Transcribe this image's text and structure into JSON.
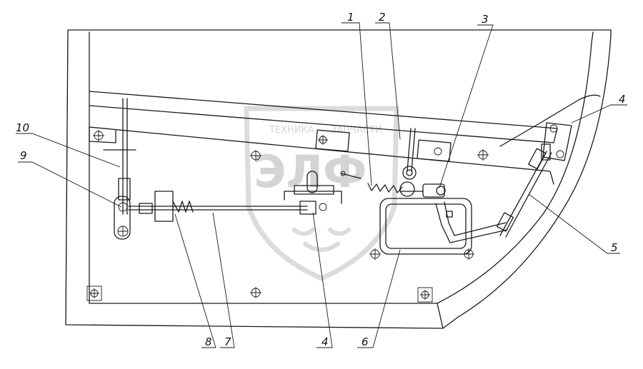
{
  "watermark": {
    "top_text_left": "ТЕХНИКА",
    "top_text_right": "ЗАПЧАСТИ",
    "logo_text": "ЭЛФ"
  },
  "callouts": {
    "c1": "1",
    "c2": "2",
    "c3": "3",
    "c4_right": "4",
    "c5": "5",
    "c6": "6",
    "c4_bottom": "4",
    "c7": "7",
    "c8": "8",
    "c9": "9",
    "c10": "10"
  },
  "colors": {
    "line": "#1a1a1a",
    "watermark": "#d4d4d4"
  }
}
